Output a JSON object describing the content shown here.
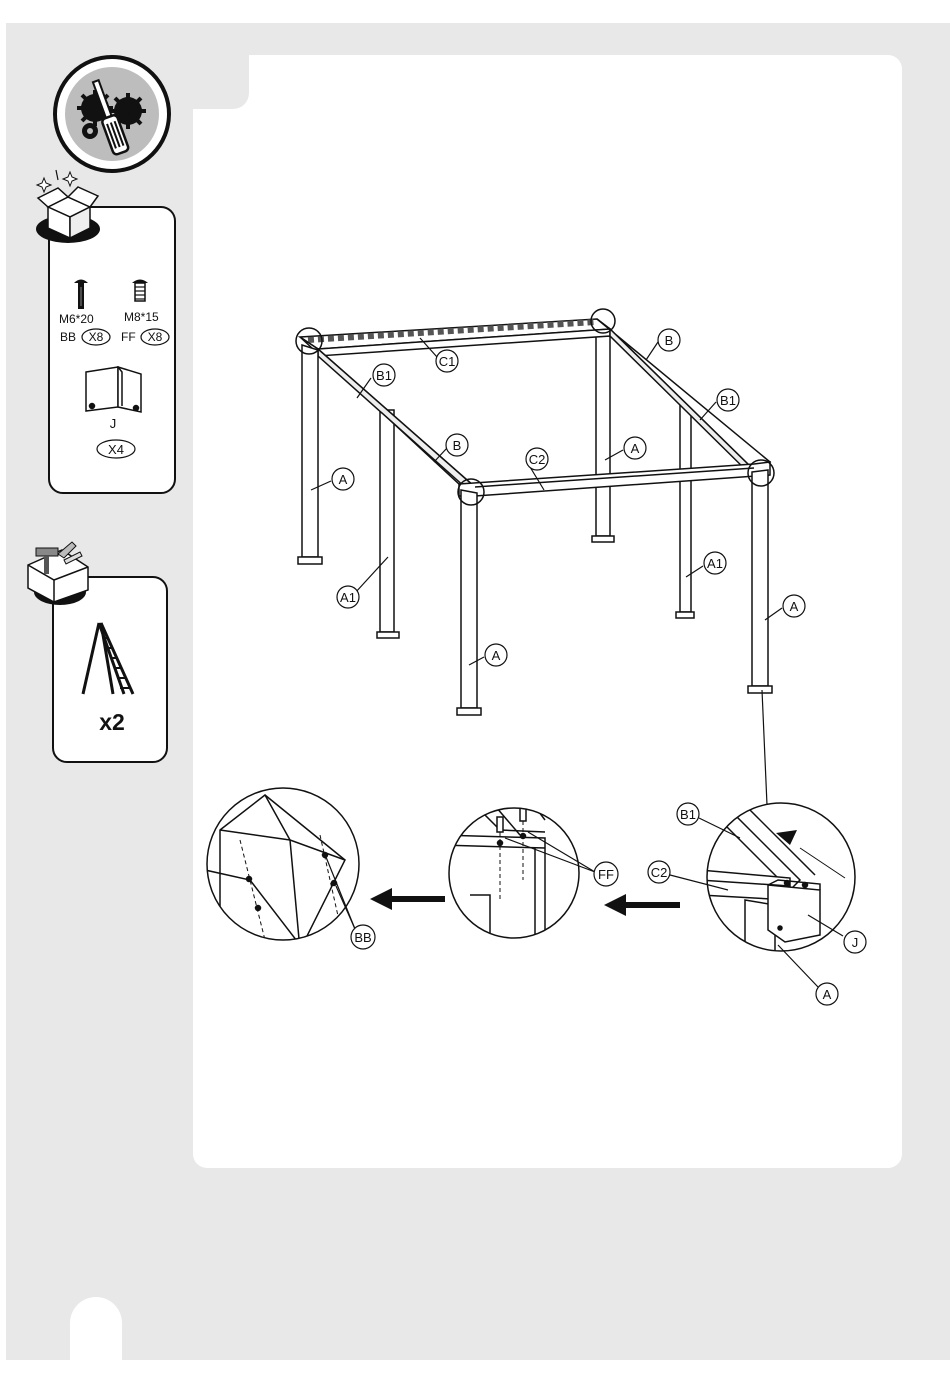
{
  "hardware": {
    "screw1_size": "M6*20",
    "screw1_code": "BB",
    "screw1_qty": "X8",
    "screw2_size": "M8*15",
    "screw2_code": "FF",
    "screw2_qty": "X8",
    "bracket_code": "J",
    "bracket_qty": "X4"
  },
  "tools": {
    "ladder_qty": "x2"
  },
  "labels": {
    "A": "A",
    "A1": "A1",
    "B": "B",
    "B1": "B1",
    "C1": "C1",
    "C2": "C2",
    "J": "J",
    "BB": "BB",
    "FF": "FF"
  },
  "icons": {
    "tools_badge": "screwdriver-gears-icon",
    "parts_box": "open-box-icon",
    "toolbox": "toolbox-icon",
    "ladder": "ladder-icon",
    "arrows": "left-arrow-icon"
  },
  "colors": {
    "page_background": "#e8e8e8",
    "panel": "#ffffff",
    "ink": "#111111",
    "badge_fill": "#bdbdbd"
  }
}
